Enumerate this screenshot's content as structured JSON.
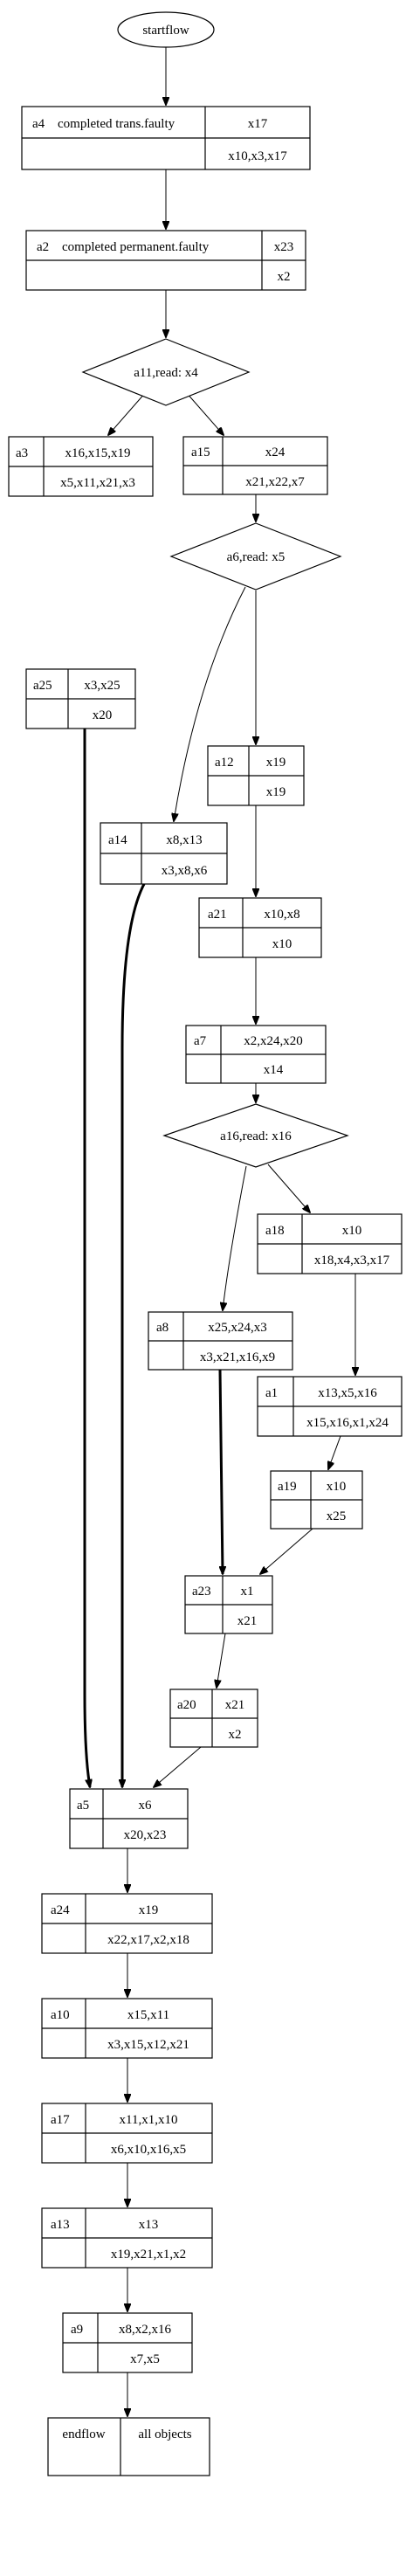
{
  "start": {
    "label": "startflow"
  },
  "nodes": {
    "a4": {
      "id": "a4",
      "desc": "completed trans.faulty",
      "read": "x17",
      "write": "x10,x3,x17"
    },
    "a2": {
      "id": "a2",
      "desc": "completed permanent.faulty",
      "read": "x23",
      "write": "x2"
    },
    "a3": {
      "id": "a3",
      "read": "x16,x15,x19",
      "write": "x5,x11,x21,x3"
    },
    "a15": {
      "id": "a15",
      "read": "x24",
      "write": "x21,x22,x7"
    },
    "a25": {
      "id": "a25",
      "read": "x3,x25",
      "write": "x20"
    },
    "a12": {
      "id": "a12",
      "read": "x19",
      "write": "x19"
    },
    "a14": {
      "id": "a14",
      "read": "x8,x13",
      "write": "x3,x8,x6"
    },
    "a21": {
      "id": "a21",
      "read": "x10,x8",
      "write": "x10"
    },
    "a7": {
      "id": "a7",
      "read": "x2,x24,x20",
      "write": "x14"
    },
    "a18": {
      "id": "a18",
      "read": "x10",
      "write": "x18,x4,x3,x17"
    },
    "a8": {
      "id": "a8",
      "read": "x25,x24,x3",
      "write": "x3,x21,x16,x9"
    },
    "a1": {
      "id": "a1",
      "read": "x13,x5,x16",
      "write": "x15,x16,x1,x24"
    },
    "a19": {
      "id": "a19",
      "read": "x10",
      "write": "x25"
    },
    "a23": {
      "id": "a23",
      "read": "x1",
      "write": "x21"
    },
    "a20": {
      "id": "a20",
      "read": "x21",
      "write": "x2"
    },
    "a5": {
      "id": "a5",
      "read": "x6",
      "write": "x20,x23"
    },
    "a24": {
      "id": "a24",
      "read": "x19",
      "write": "x22,x17,x2,x18"
    },
    "a10": {
      "id": "a10",
      "read": "x15,x11",
      "write": "x3,x15,x12,x21"
    },
    "a17": {
      "id": "a17",
      "read": "x11,x1,x10",
      "write": "x6,x10,x16,x5"
    },
    "a13": {
      "id": "a13",
      "read": "x13",
      "write": "x19,x21,x1,x2"
    },
    "a9": {
      "id": "a9",
      "read": "x8,x2,x16",
      "write": "x7,x5"
    }
  },
  "decisions": {
    "d11": {
      "label": "a11,read: x4"
    },
    "d6": {
      "label": "a6,read: x5"
    },
    "d16": {
      "label": "a16,read: x16"
    }
  },
  "end": {
    "left": "endflow",
    "right": "all objects"
  }
}
